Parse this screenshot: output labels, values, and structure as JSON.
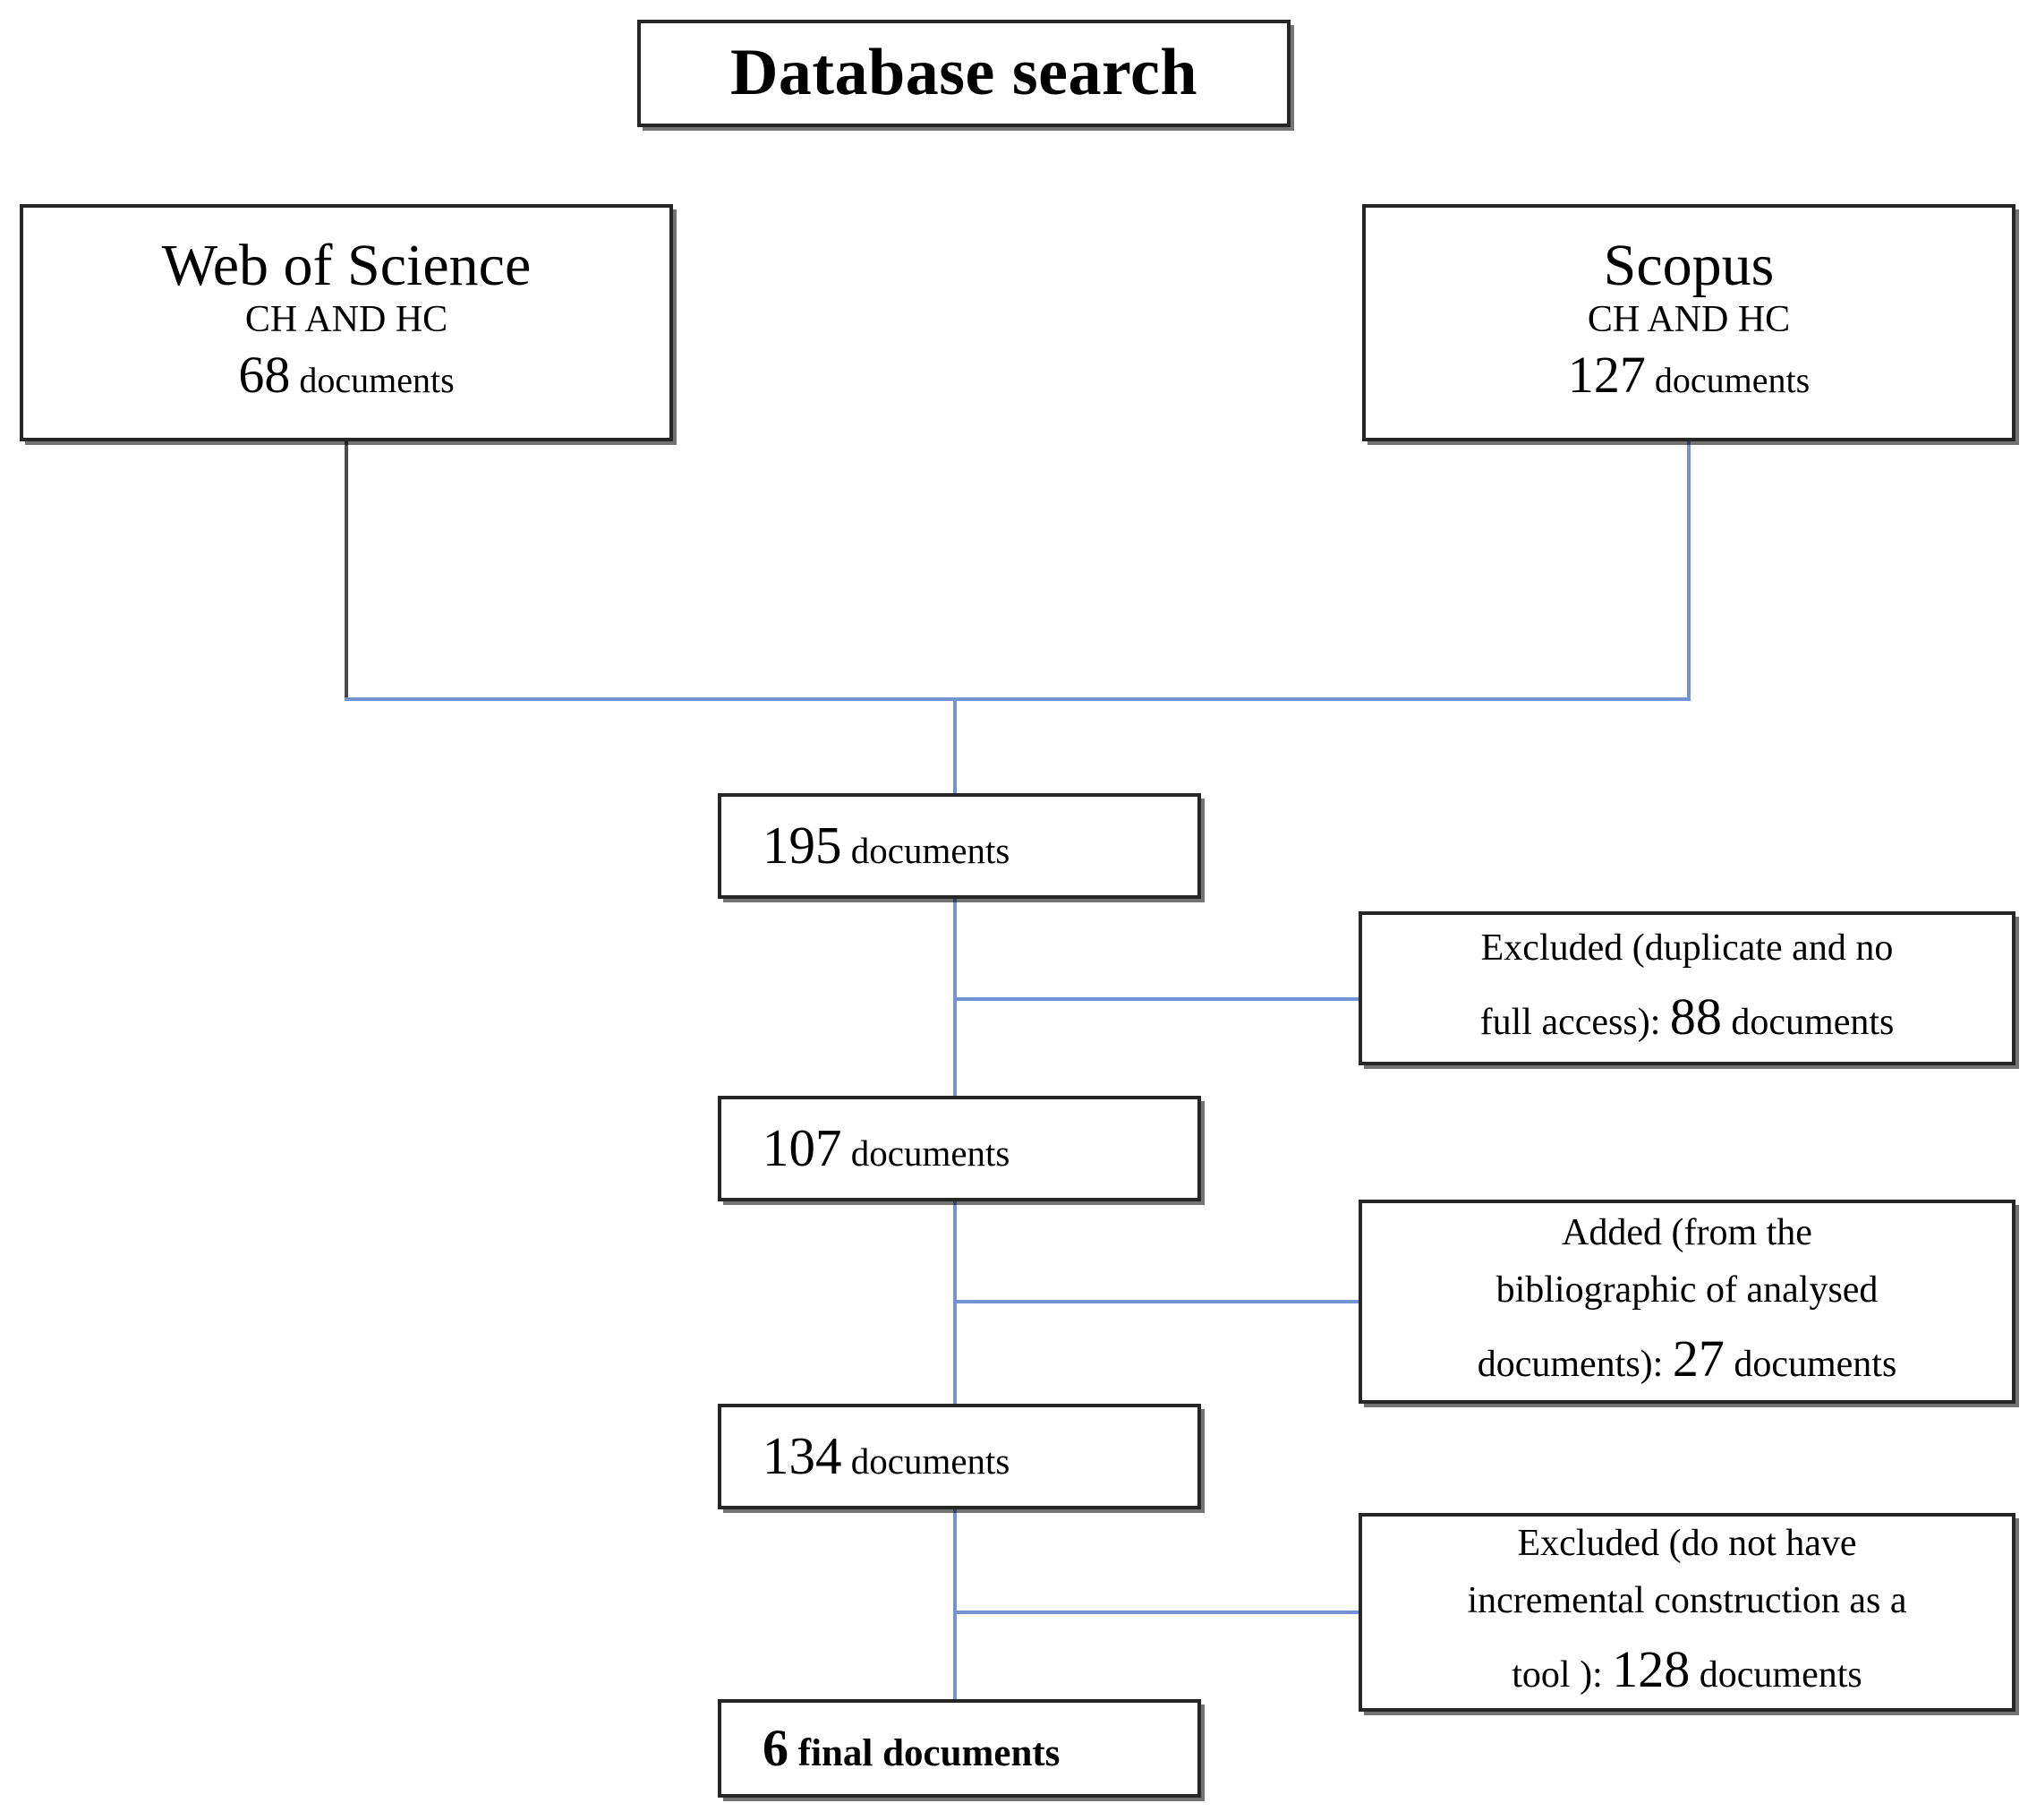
{
  "diagram": {
    "title_box": {
      "label": "Database search"
    },
    "sources": [
      {
        "name": "Web of Science",
        "query": "CH AND HC",
        "count": "68",
        "count_unit": " documents"
      },
      {
        "name": "Scopus",
        "query": "CH AND HC",
        "count": "127",
        "count_unit": " documents"
      }
    ],
    "stages": [
      {
        "count": "195",
        "unit": " documents"
      },
      {
        "count": "107",
        "unit": " documents"
      },
      {
        "count": "134",
        "unit": " documents"
      }
    ],
    "final_stage": {
      "count": "6",
      "unit": " final documents"
    },
    "notes": [
      {
        "id": "excluded-duplicates",
        "line1": "Excluded (duplicate and no",
        "line2_prefix": "full access): ",
        "count": "88",
        "line2_suffix": " documents"
      },
      {
        "id": "added-bibliographic",
        "line1": "Added (from the",
        "line2": "bibliographic of analysed",
        "line3_prefix": "documents): ",
        "count": "27",
        "line3_suffix": " documents"
      },
      {
        "id": "excluded-no-incremental",
        "line1": "Excluded (do not have",
        "line2": "incremental construction as a",
        "line3_prefix": "tool ): ",
        "count": "128",
        "line3_suffix": " documents"
      }
    ],
    "colors": {
      "connector_blue": "#7394d4",
      "connector_dark": "#4a4a4a",
      "box_border": "#262626",
      "background": "#ffffff",
      "text": "#000000"
    }
  }
}
